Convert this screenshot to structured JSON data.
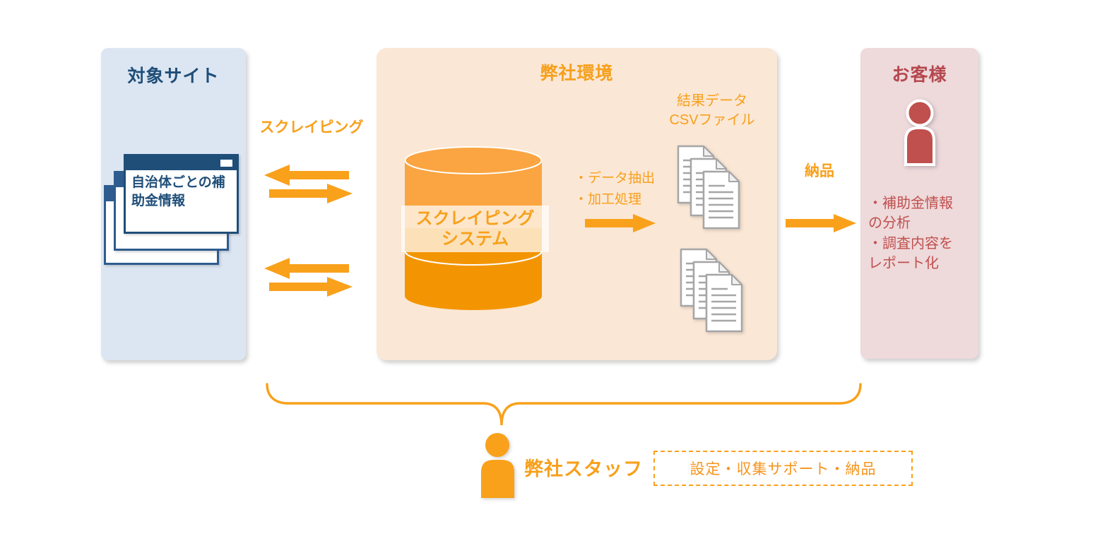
{
  "colors": {
    "orange": "#F9A11B",
    "orange_text": "#F7A01C",
    "navy": "#1F4E79",
    "mid_blue": "#2E5C8F",
    "left_panel_bg": "#DCE6F2",
    "center_panel_bg": "#FBE7D5",
    "right_panel_bg": "#EED9DB",
    "red_title": "#B4484E",
    "red_person": "#C0504D",
    "doc_gray": "#A6A6A6",
    "cylinder_top": "#FAA541",
    "cylinder_bottom": "#F39502"
  },
  "left_panel": {
    "title": "対象サイト",
    "window_text": "自治体ごとの補助金情報"
  },
  "flow_labels": {
    "scraping": "スクレイピング",
    "delivery": "納品"
  },
  "center_panel": {
    "title": "弊社環境",
    "cylinder_label_lines": [
      "スクレイピング",
      "システム"
    ],
    "process_items": [
      "・データ抽出",
      "・加工処理"
    ],
    "result_label_lines": [
      "結果データ",
      "CSVファイル"
    ]
  },
  "right_panel": {
    "title": "お客様",
    "tasks": [
      "・補助金情報の分析",
      "・調査内容をレポート化"
    ]
  },
  "bottom": {
    "staff_label": "弊社スタッフ",
    "support_note": "設定・収集サポート・納品"
  },
  "icons": {
    "database": "database-cylinder-icon",
    "documents": "document-stack-icon",
    "customer": "customer-person-icon",
    "staff": "staff-person-icon",
    "browser": "browser-window-icon"
  }
}
